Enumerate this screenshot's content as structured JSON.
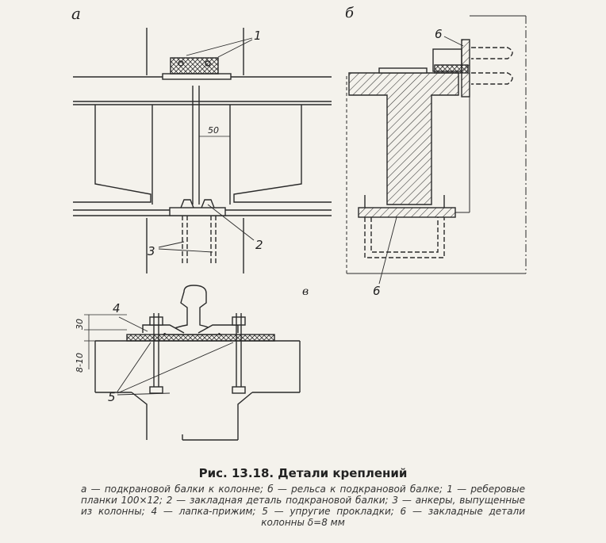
{
  "panels": {
    "a": "а",
    "b": "б",
    "c": "в"
  },
  "callouts": {
    "c1": "1",
    "c2": "2",
    "c3": "3",
    "c4": "4",
    "c5": "5",
    "c6a": "6",
    "c6b": "6"
  },
  "dimensions": {
    "gap": "50",
    "height_top": "30",
    "height_side": "8-10"
  },
  "caption": {
    "title": "Рис. 13.18. Детали креплений",
    "text": "а — подкрановой балки к колонне; б — рельса к подкрановой балке; 1 — реберовые планки 100×12; 2 — закладная деталь подкрановой балки; 3 — анкеры, выпущенные из колонны; 4 — лапка-прижим; 5 — упругие прокладки; 6 — закладные детали колонны δ=8 мм"
  },
  "colors": {
    "ink": "#2a2a2a",
    "paper": "#f4f2ec"
  }
}
